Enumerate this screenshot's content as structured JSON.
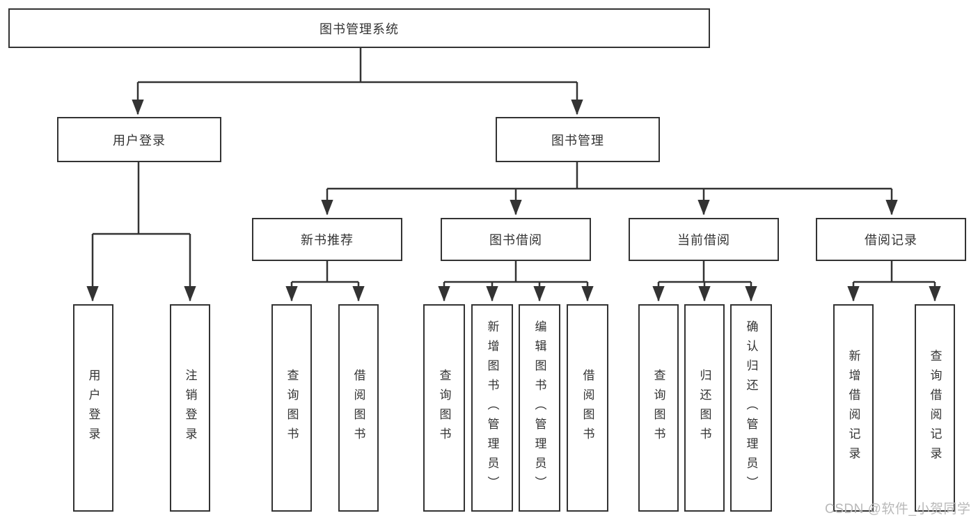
{
  "diagram": {
    "title": "图书管理系统",
    "nodes": {
      "root": {
        "label": "图书管理系统"
      },
      "user_login": {
        "label": "用户登录"
      },
      "book_mgmt": {
        "label": "图书管理"
      },
      "new_book_rec": {
        "label": "新书推荐"
      },
      "book_borrow": {
        "label": "图书借阅"
      },
      "current_borrow": {
        "label": "当前借阅"
      },
      "borrow_records": {
        "label": "借阅记录"
      }
    },
    "leaves": {
      "user_login_leaf": {
        "label": "用户登录",
        "parent": "用户登录"
      },
      "logout": {
        "label": "注销登录",
        "parent": "用户登录"
      },
      "rec_query_book": {
        "label": "查询图书",
        "parent": "新书推荐"
      },
      "rec_borrow_book": {
        "label": "借阅图书",
        "parent": "新书推荐"
      },
      "bb_query_book": {
        "label": "查询图书",
        "parent": "图书借阅"
      },
      "bb_add_book": {
        "label": "新增图书（管理员）",
        "parent": "图书借阅"
      },
      "bb_edit_book": {
        "label": "编辑图书（管理员）",
        "parent": "图书借阅"
      },
      "bb_borrow_book": {
        "label": "借阅图书",
        "parent": "图书借阅"
      },
      "cb_query_book": {
        "label": "查询图书",
        "parent": "当前借阅"
      },
      "cb_return_book": {
        "label": "归还图书",
        "parent": "当前借阅"
      },
      "cb_confirm_return": {
        "label": "确认归还（管理员）",
        "parent": "当前借阅"
      },
      "br_add_record": {
        "label": "新增借阅记录",
        "parent": "借阅记录"
      },
      "br_query_record": {
        "label": "查询借阅记录",
        "parent": "借阅记录"
      }
    },
    "colors": {
      "line": "#333333",
      "border": "#333333",
      "text": "#333333",
      "background": "#ffffff",
      "watermark": "#b9b9b9"
    }
  },
  "watermark": {
    "text": "CSDN @软件_小贺同学"
  }
}
